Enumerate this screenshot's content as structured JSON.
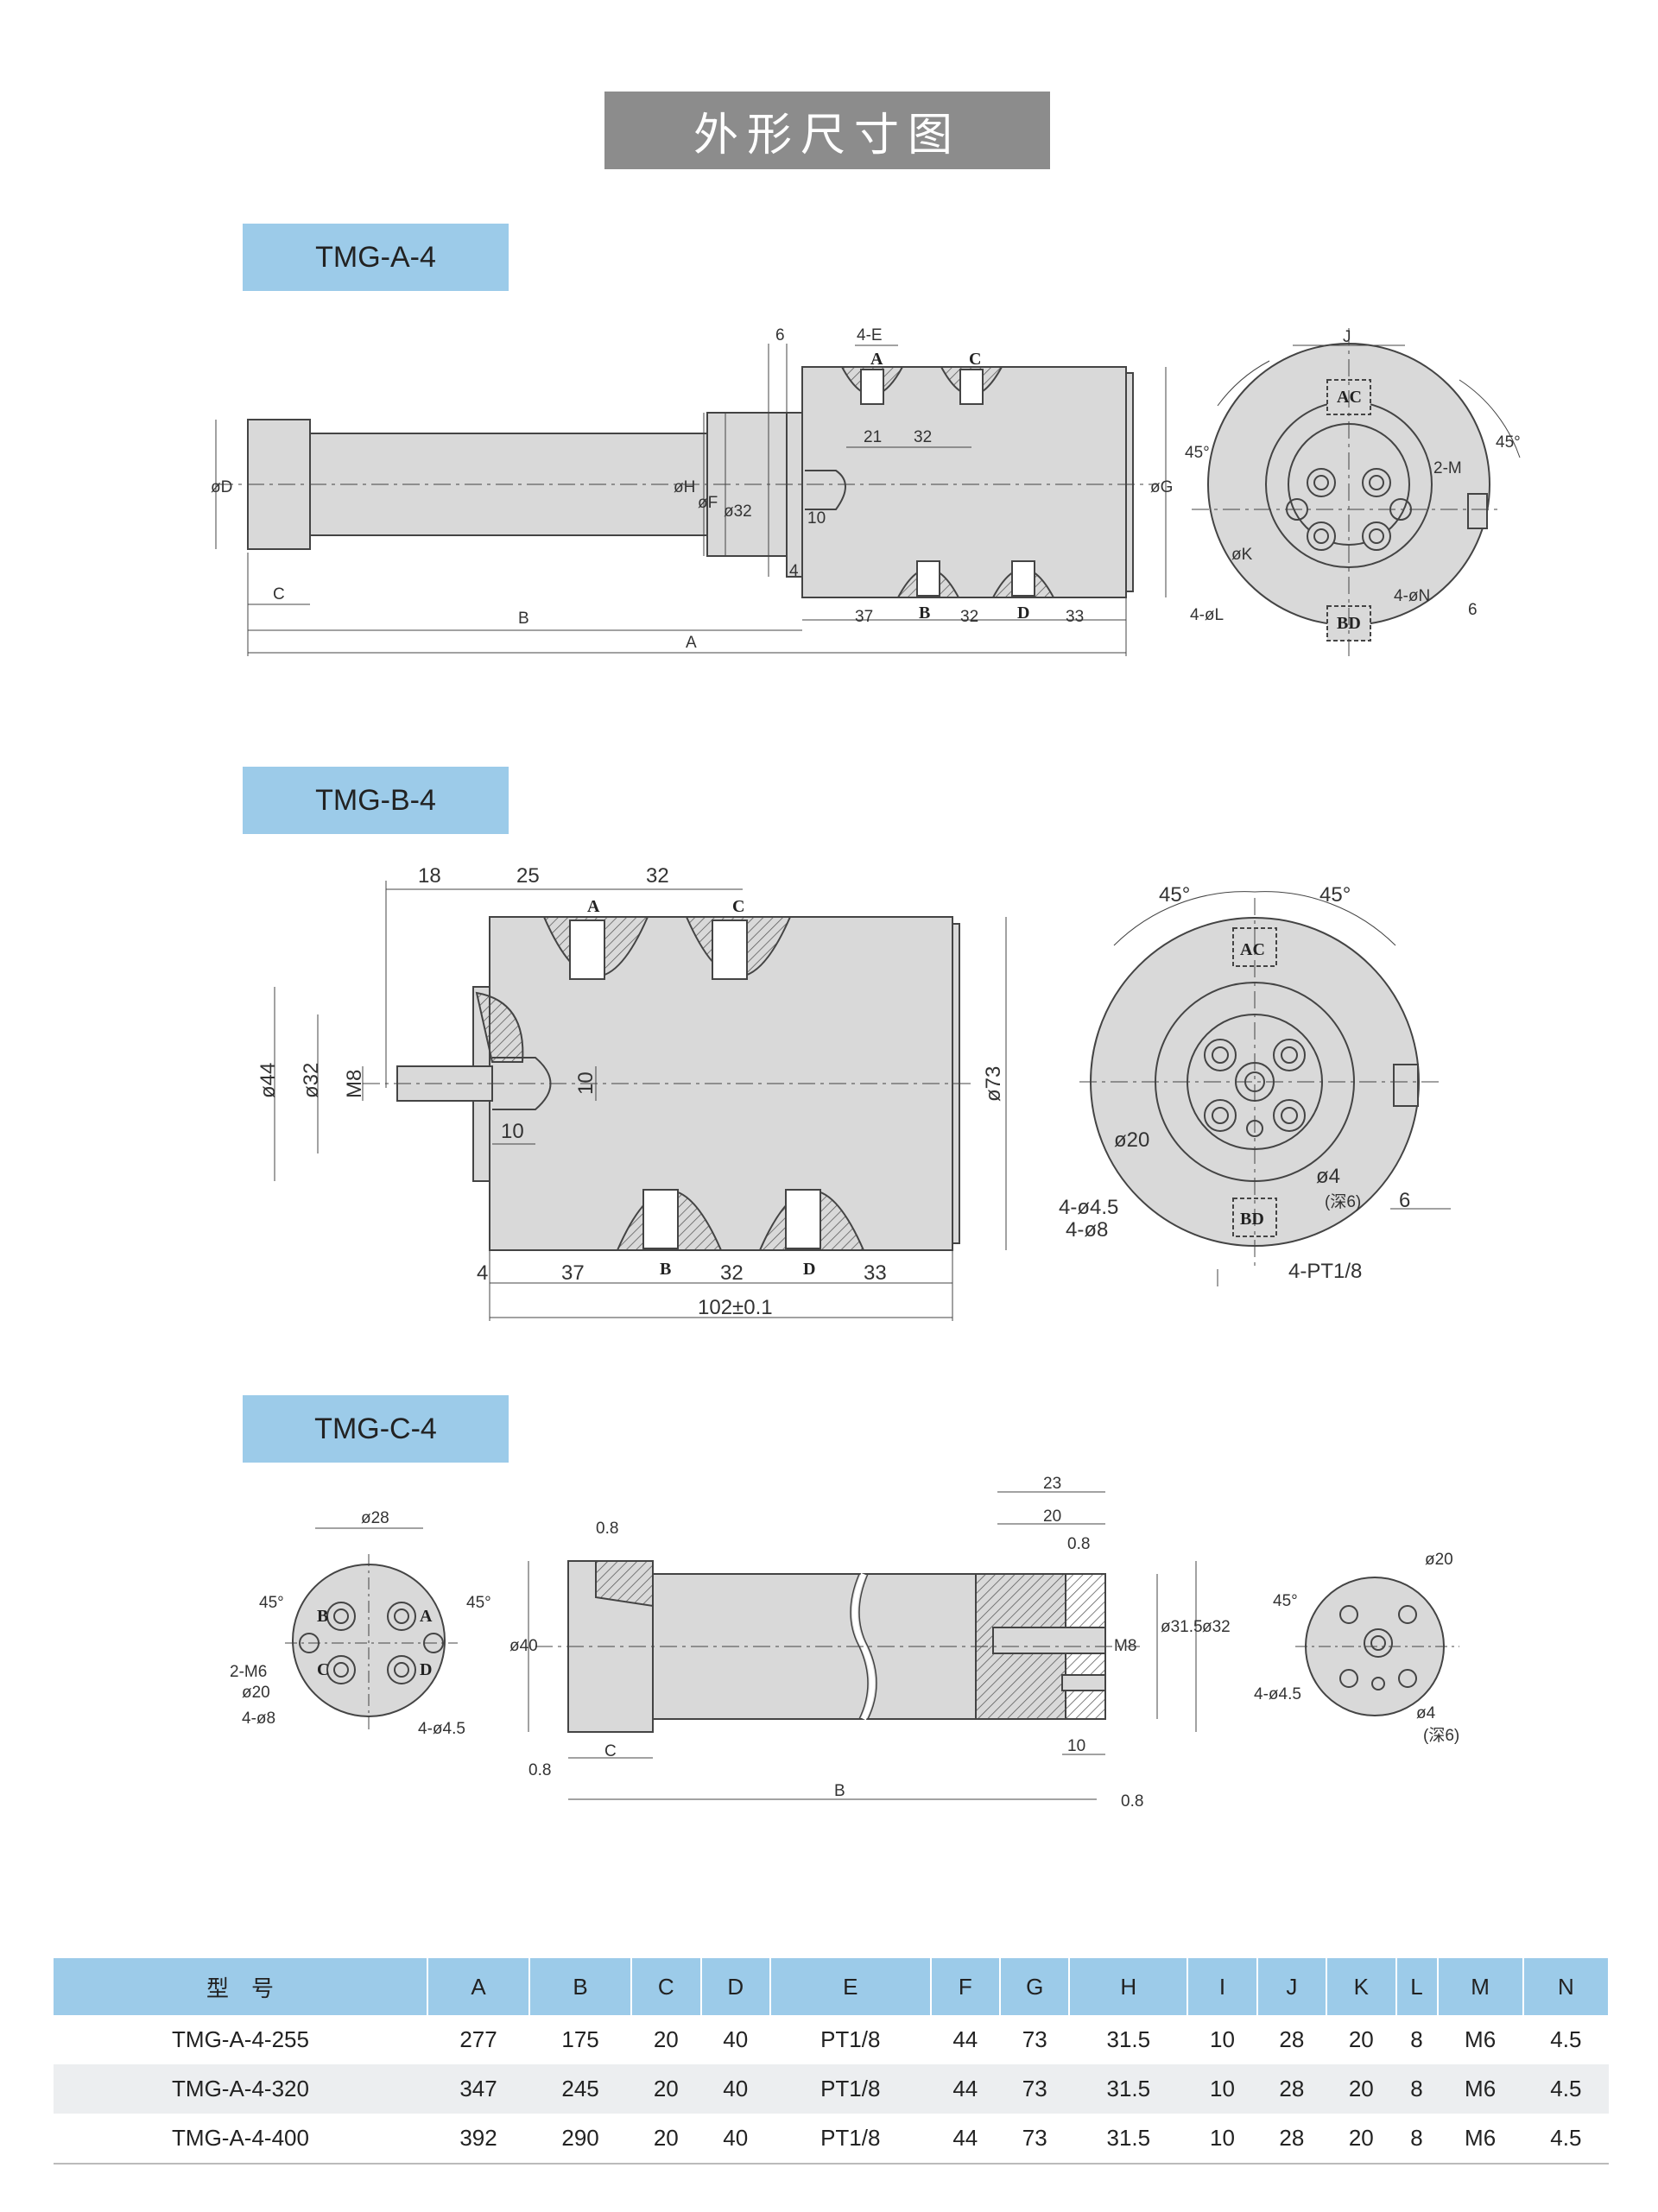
{
  "banner_title": "外形尺寸图",
  "sections": {
    "a": {
      "tag": "TMG-A-4"
    },
    "b": {
      "tag": "TMG-B-4"
    },
    "c": {
      "tag": "TMG-C-4"
    }
  },
  "drawing_a": {
    "dims": {
      "d6": "6",
      "d4e": "4-E",
      "d21": "21",
      "d32": "32",
      "d10": "10",
      "d4": "4",
      "d37": "37",
      "d32b": "32",
      "d33": "33",
      "dc": "C",
      "db": "B",
      "da": "A",
      "dj": "J",
      "dM": "2-M",
      "dK": "øK",
      "dL": "4-øL",
      "dN": "4-øN",
      "d6r": "6",
      "a45": "45°",
      "a45r": "45°",
      "phiD": "øD",
      "phiG": "øG",
      "phiH": "øH",
      "phiF": "øF",
      "phi32": "ø32"
    },
    "ports": {
      "a": "A",
      "c": "C",
      "b": "B",
      "d": "D",
      "ac": "AC",
      "bd": "BD"
    }
  },
  "drawing_b": {
    "dims": {
      "d18": "18",
      "d25": "25",
      "d32": "32",
      "phi44": "ø44",
      "phi32": "ø32",
      "m8": "M8",
      "d10": "10",
      "d10v": "10",
      "phi73": "ø73",
      "d4": "4",
      "d37": "37",
      "d32b": "32",
      "d33": "33",
      "total": "102±0.1",
      "a45l": "45°",
      "a45r": "45°",
      "phi20": "ø20",
      "phi4": "ø4",
      "deep": "(深6)",
      "h45": "4-ø4.5",
      "h8": "4-ø8",
      "d6": "6",
      "pt": "4-PT1/8"
    },
    "ports": {
      "a": "A",
      "c": "C",
      "b": "B",
      "d": "D",
      "ac": "AC",
      "bd": "BD"
    }
  },
  "drawing_c": {
    "dims": {
      "phi28": "ø28",
      "a45": "45°",
      "a45b": "45°",
      "m6": "2-M6",
      "phi20": "ø20",
      "h8": "4-ø8",
      "h45": "4-ø4.5",
      "r08a": "0.8",
      "phi40": "ø40",
      "r08b": "0.8",
      "dc": "C",
      "db": "B",
      "d23": "23",
      "d20": "20",
      "r08c": "0.8",
      "m8": "M8",
      "phi315": "ø31.5",
      "phi32": "ø32",
      "d10": "10",
      "r08d": "0.8",
      "a45r": "45°",
      "phi20r": "ø20",
      "h45r": "4-ø4.5",
      "phi4": "ø4",
      "deep": "(深6)"
    },
    "ports": {
      "a": "A",
      "b": "B",
      "c": "C",
      "d": "D"
    }
  },
  "table": {
    "headers": [
      "型　号",
      "A",
      "B",
      "C",
      "D",
      "E",
      "F",
      "G",
      "H",
      "I",
      "J",
      "K",
      "L",
      "M",
      "N"
    ],
    "rows": [
      [
        "TMG-A-4-255",
        "277",
        "175",
        "20",
        "40",
        "PT1/8",
        "44",
        "73",
        "31.5",
        "10",
        "28",
        "20",
        "8",
        "M6",
        "4.5"
      ],
      [
        "TMG-A-4-320",
        "347",
        "245",
        "20",
        "40",
        "PT1/8",
        "44",
        "73",
        "31.5",
        "10",
        "28",
        "20",
        "8",
        "M6",
        "4.5"
      ],
      [
        "TMG-A-4-400",
        "392",
        "290",
        "20",
        "40",
        "PT1/8",
        "44",
        "73",
        "31.5",
        "10",
        "28",
        "20",
        "8",
        "M6",
        "4.5"
      ]
    ]
  }
}
